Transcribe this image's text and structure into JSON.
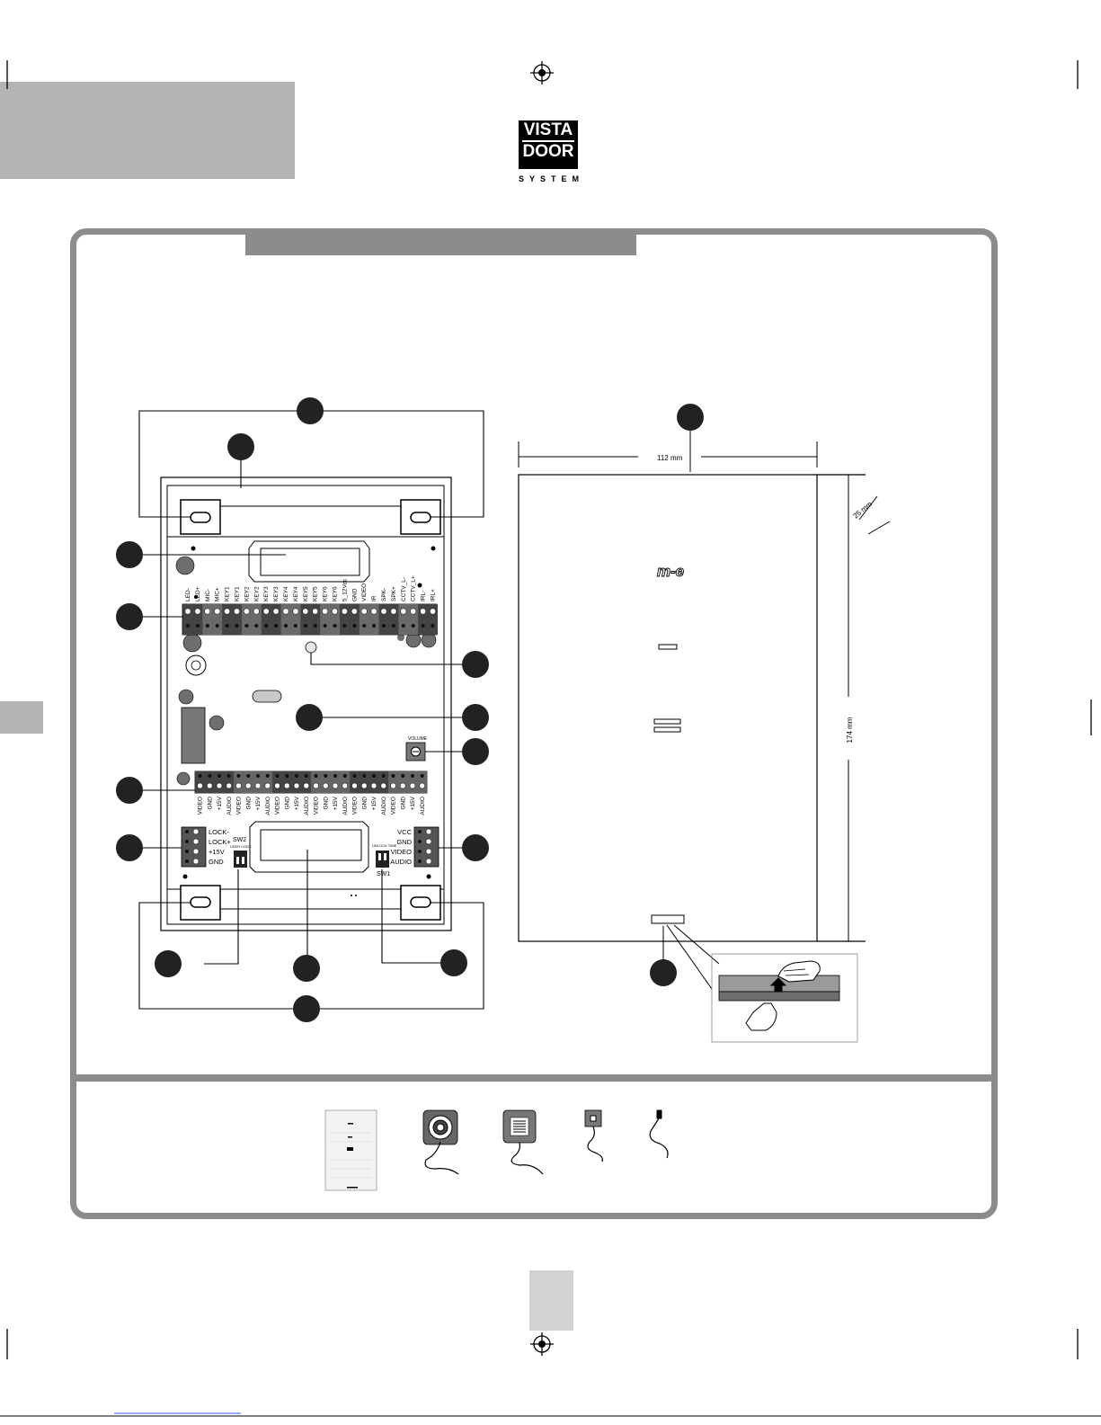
{
  "brand": {
    "logo_line1": "VISTA",
    "logo_line2": "DOOR",
    "logo_sub": "SYSTEM"
  },
  "left_board": {
    "top_terminals": [
      "LED-",
      "LED+",
      "MIC-",
      "MIC+",
      "KEY1",
      "KEY1",
      "KEY2",
      "KEY2",
      "KEY3",
      "KEY3",
      "KEY4",
      "KEY4",
      "KEY5",
      "KEY5",
      "KEY6",
      "KEY6",
      "5_12Vcc",
      "GND",
      "VIDEO",
      "IR",
      "SPK-",
      "SPK+",
      "CCTV_L-",
      "CCTV_L+",
      "IRL-",
      "IRL+"
    ],
    "bottom_terminals": [
      "VIDEO",
      "GND",
      "+15V",
      "AUDIO",
      "VIDEO",
      "GND",
      "+15V",
      "AUDIO",
      "VIDEO",
      "GND",
      "+15V",
      "AUDIO",
      "VIDEO",
      "GND",
      "+15V",
      "AUDIO",
      "VIDEO",
      "GND",
      "+15V",
      "AUDIO",
      "VIDEO",
      "GND",
      "+15V",
      "AUDIO"
    ],
    "lock_terminals": [
      "LOCK-",
      "LOCK+",
      "+15V",
      "GND"
    ],
    "output_terminals": [
      "VCC",
      "GND",
      "VIDEO",
      "AUDIO"
    ],
    "sw2_label": "SW2",
    "sw2_sub": "USER CODE",
    "sw1_label": "SW1",
    "sw1_sub": "UNLOCK TIME",
    "volume_label": "VOLUME"
  },
  "right_panel": {
    "width_label": "112 mm",
    "height_label": "174 mm",
    "angle_label": "25 mm",
    "panel_logo": "m-e"
  },
  "colors": {
    "frame": "#8c8c8c",
    "grey_block": "#b4b4b4",
    "terminal_dark": "#555555",
    "callout": "#222222"
  }
}
